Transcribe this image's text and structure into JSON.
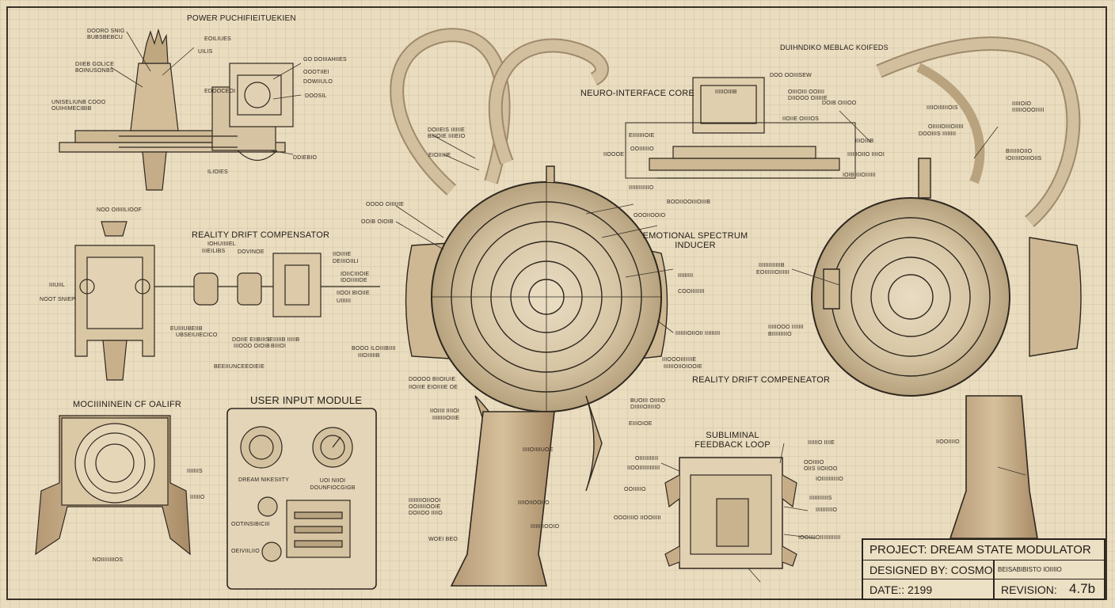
{
  "sheet_titles": {
    "power_unit": "POWER PUCHIFIEITUEKIEN",
    "reality_drift_left": "REALITY DRIFT COMPENSATOR",
    "neuro_core": "NEURO-INTERFACE CORE",
    "emotional_inducer_1": "EMOTIONAL SPECTRUM",
    "emotional_inducer_2": "INDUCER",
    "dimension_top_right": "DUIHNDIKO MEBLAC KOIFEDS",
    "reality_drift_right": "REALITY DRIFT COMPENEATOR",
    "subliminal_1": "SUBLIMINAL",
    "subliminal_2": "FEEDBACK LOOP",
    "user_input": "USER INPUT MODULE",
    "mounting_bracket": "MOCIIININEIN CF OALIFR"
  },
  "user_input_module": {
    "dial_left_label": "DREAM NIKESIITY",
    "dial_right_label_1": "UOI NIIOI",
    "dial_right_label_2": "DOUNFIOCGIGB",
    "slider_label_top": "OOTINSIBICIII",
    "slider_label_bottom": "OEIVIILIIO"
  },
  "callouts": {
    "power": [
      "DOORO SNIG",
      "BUBSBEBCU",
      "EOILIUES",
      "UILIS",
      "DIIEB GOLICE",
      "BOINUSONBS",
      "UNISELIUNB COOO",
      "OUIHIMECIBIB",
      "EDOOCEOI",
      "GO DOIIIAHIIES",
      "OOOTIIEI",
      "DOWIIULO",
      "DOOSIL",
      "ILIOIES",
      "DDIEBIO"
    ],
    "reality_left": [
      "NOO OIIIIILIOOF",
      "IOHUIIIIEL",
      "IIIEILIBS",
      "DOVINOE",
      "EUIIIUBEIIB",
      "IIOIIIIE",
      "DEIIIOIILI",
      "IOIICIIIOIE",
      "IDOIIIIIDE",
      "UBSEIUIECICO",
      "DOIIE EIIBIIIS",
      "IIIOOO OIOIB",
      "IEIIIIIB IIIIIB",
      "BIIIOI",
      "IIOOI BIOIIE",
      "UIIIIII",
      "BEEIIUNCEEOIEIE",
      "IIIUIIL",
      "NOOT SNIEP"
    ],
    "center_left": [
      "DOIIEIS IIIIIIE",
      "BIIIOIE IIIIEIO",
      "EIOIIIIIE",
      "OOOO OIIIIIIE",
      "OOIB OIOIB",
      "BOOO ILOIIIBIIII",
      "IIIOIIIIIB",
      "DOOOO BIIOIUIE",
      "IIOIIIE EIOIIIIE OE",
      "IIOIIII IIIIOI",
      "IIIIIIIIOIIIE",
      "IIIIOIIIIUOE",
      "IIIIIIIIOIIOOI",
      "OOIIIIIOOIE",
      "DOIIOO IIIIO",
      "IIIIOIIOOIIO",
      "IIIIIIIIOOIO",
      "EIIIOIOE",
      "BUOIII OIIIIO",
      "DIIIIIOIIIIIO",
      "IIIOOOIIIIIIIE",
      "IIIIIIOIIOIOOIE",
      "WOEI BEO"
    ],
    "center_right": [
      "DOO OOIIISEW",
      "OIIIOIII OOIIII",
      "DIIOOO OIIIIIE",
      "DOIB OIIIOO",
      "IIOIIE OIIIIOS",
      "IIIIIOIIIB",
      "IIOOOE",
      "EIIIIIIIOIE",
      "OOIIIIIIO",
      "IIIIIIIIIIIIO",
      "BOOIIOOIIIOIIIB",
      "IIIIIIOIIO IIIIOI",
      "IIIOIIIB",
      "IOIBIIIIOIIIIII",
      "OOOIIOOIO",
      "IIIIIIIII",
      "COOIIIIIIII",
      "IIIIIIIOIIOII IIIIIIIII"
    ],
    "right": [
      "IIIIOIIIIIIOIS",
      "IIIIIOIO",
      "IIIIIIOOOIIIII",
      "OIIIIIOIIIOIIIII",
      "DOOIIIS IIIIIIII",
      "BIIIIIIOIIO",
      "IOIIIIIOIIIOIIS",
      "IIIIIIIIIIIIIB",
      "EOIIIIIIOIIIIII",
      "IIIIIOOO IIIIIII",
      "BIIIIIIIIIO",
      "IIOOIIIIO"
    ],
    "subliminal": [
      "IIIIIIO IIIIE",
      "OOIIIIO",
      "OIIS IIOIIOO",
      "IOIIIIIIIIIIO",
      "IIIIIIIIIIIS",
      "IIIIIIIIIIO",
      "IOOIIIIOIIIIIIIIIIII",
      "OIIIIIIIIIII",
      "IIOOIIIIIIIIIIII",
      "OOIIIIIO",
      "OOOIIIIO IIOOIIIII"
    ],
    "bracket": [
      "IIIIIIIS",
      "IIIIIIO",
      "NOIIIIIIIIOS"
    ]
  },
  "title_block": {
    "project": "PROJECT: DREAM STATE MODULATOR",
    "designed_by": "DESIGNED BY: COSMO",
    "date": "DATE:: 2199",
    "approval": "BEISABIBISTO IOIIIIO",
    "revision_label": "REVISION:",
    "revision_value": "4.7b"
  },
  "colors": {
    "paper": "#eadcbf",
    "ink": "#2b251d",
    "grid": "#c8b896",
    "wood": "#c9b08a",
    "metal": "#b9b2a4"
  }
}
